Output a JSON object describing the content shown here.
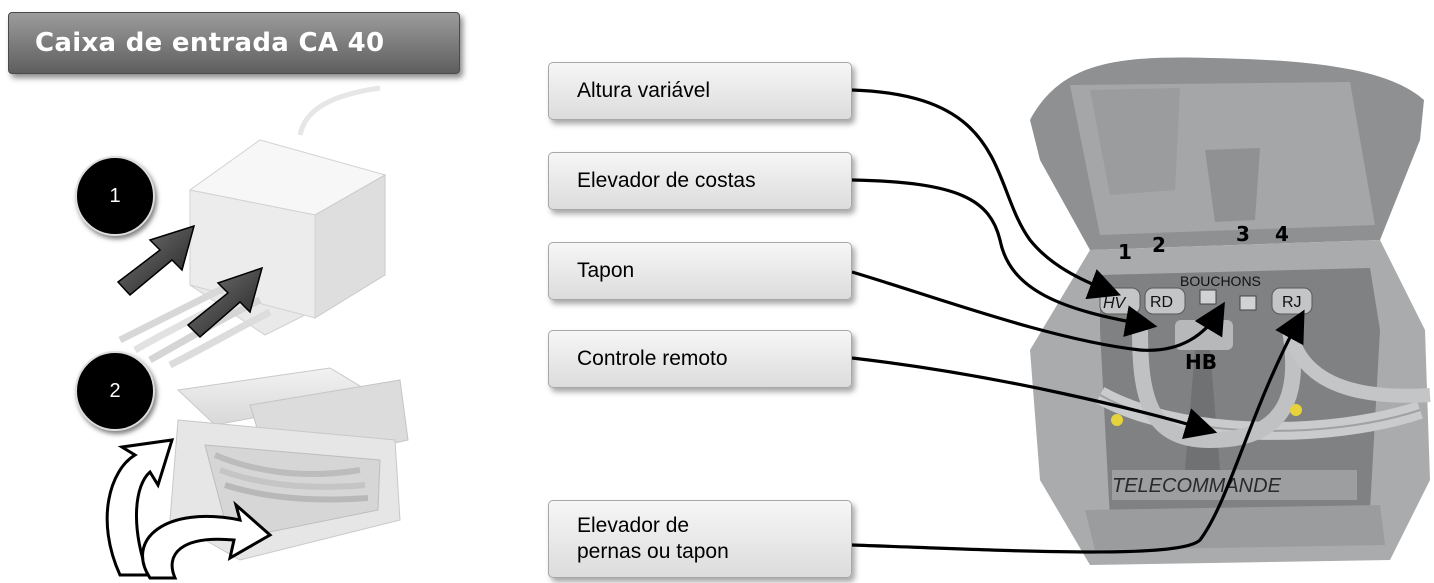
{
  "title": "Caixa de entrada CA 40",
  "steps": [
    "1",
    "2"
  ],
  "labels": {
    "altura": "Altura variável",
    "elevador_costas": "Elevador de costas",
    "tapon": "Tapon",
    "controle": "Controle remoto",
    "elevador_pernas": "Elevador de\npernas ou tapon"
  },
  "photo_text": {
    "hv": "HV",
    "rd": "RD",
    "rj": "RJ",
    "bouchons": "BOUCHONS",
    "telecommande": "TELECOMMANDE"
  },
  "port_numbers": [
    "1",
    "2",
    "3",
    "4"
  ],
  "hb": "HB"
}
